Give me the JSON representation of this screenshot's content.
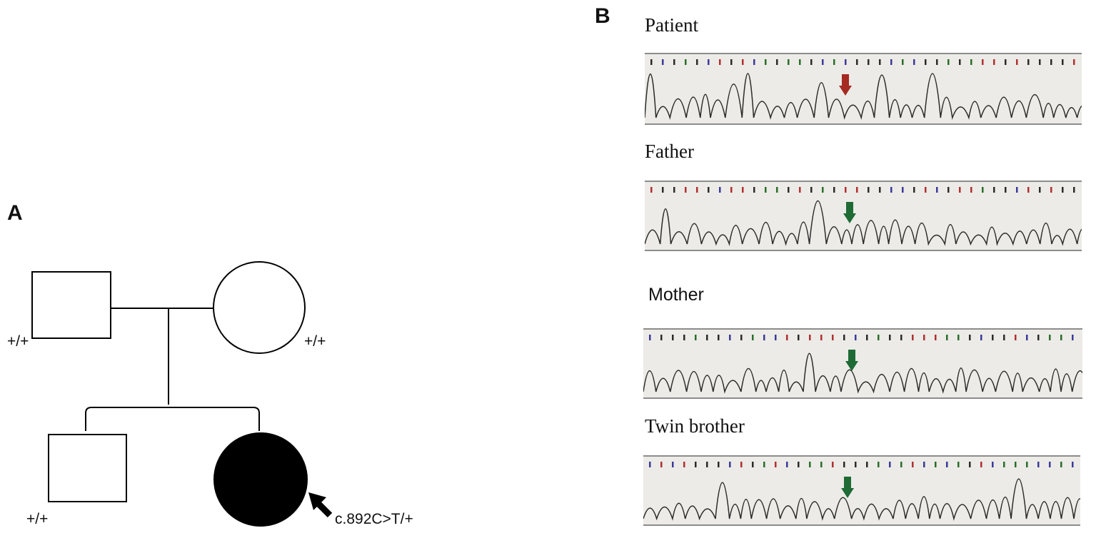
{
  "panels": {
    "a_label": "A",
    "b_label": "B"
  },
  "pedigree": {
    "father_genotype": "+/+",
    "mother_genotype": "+/+",
    "twin_brother_genotype": "+/+",
    "proband_genotype": "c.892C>T/+"
  },
  "sequencing": {
    "patient_label": "Patient",
    "father_label": "Father",
    "mother_label": "Mother",
    "twin_label": "Twin brother",
    "arrow_colors": {
      "patient": "#a52a22",
      "father": "#1e6b35",
      "mother": "#1e6b35",
      "twin": "#1e6b35"
    }
  },
  "colors": {
    "proband_fill": "#000000",
    "trace_background": "#ecebe7",
    "trace_line": "#2b2b2b"
  }
}
